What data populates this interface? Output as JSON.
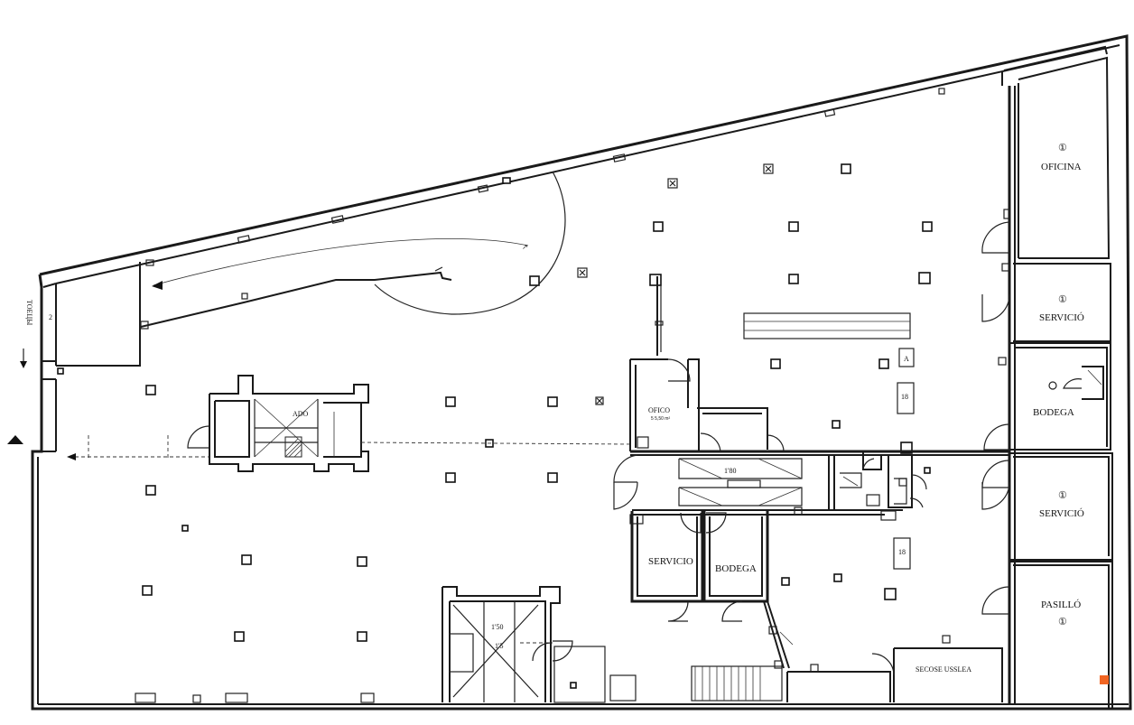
{
  "rooms": {
    "oficina": {
      "label": "OFICINA",
      "mark": "①"
    },
    "servicio_1": {
      "label": "SERVICIÓ",
      "mark": "①"
    },
    "bodega_1": {
      "label": "BODEGA"
    },
    "servicio_2": {
      "label": "SERVICIÓ",
      "mark": "①"
    },
    "pasillo": {
      "label": "PASILLÓ",
      "mark": "①"
    },
    "oficio": {
      "label": "OFICO",
      "area": "5 5,50 m²"
    },
    "servicio_3": {
      "label": "SERVICIO"
    },
    "bodega_2": {
      "label": "BODEGA"
    }
  },
  "marks": {
    "ado": "ADO",
    "ten": "1'80",
    "one_fifty": "1'50",
    "onefive_small": "1'5",
    "mark_a": "A",
    "mark_18a": "18",
    "mark_18b": "18",
    "mark_2": "2",
    "side_text": "ТОЕЦЫ",
    "bottom_right": "SECOSE USSLEA"
  },
  "colors": {
    "line": "#1a1a1a",
    "background": "#ffffff",
    "accent": "#f26522"
  }
}
